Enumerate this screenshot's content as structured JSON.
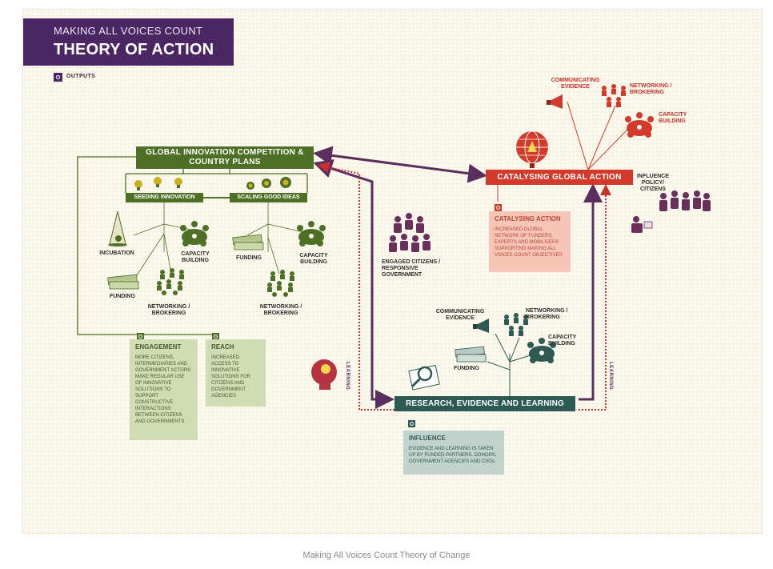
{
  "header": {
    "line1": "MAKING ALL VOICES COUNT",
    "line2": "THEORY OF ACTION",
    "legend_label": "OUTPUTS"
  },
  "nodes": {
    "gic": "GLOBAL INNOVATION COMPETITION & COUNTRY PLANS",
    "seeding": "SEEDING INNOVATION",
    "scaling": "SCALING GOOD IDEAS",
    "catalysing": "CATALYSING GLOBAL ACTION",
    "research": "RESEARCH, EVIDENCE AND LEARNING"
  },
  "labels": {
    "incubation": "INCUBATION",
    "capacity_building": "CAPACITY BUILDING",
    "funding": "FUNDING",
    "networking_brokering": "NETWORKING / BROKERING",
    "engaged_citizens": "ENGAGED CITIZENS / RESPONSIVE GOVERNMENT",
    "communicating_evidence": "COMMUNICATING EVIDENCE",
    "influence_policy": "INFLUENCE POLICY/ CITIZENS",
    "learning": "LEARNING"
  },
  "cards": {
    "engagement": {
      "title": "ENGAGEMENT",
      "text": "MORE CITIZENS, INTERMEDIARIES AND GOVERNMENT ACTORS MAKE REGULAR USE OF INNOVATIVE SOLUTIONS TO SUPPORT CONSTRUCTIVE INTERACTIONS BETWEEN CITIZENS AND GOVERNMENTS."
    },
    "reach": {
      "title": "REACH",
      "text": "INCREASED ACCESS TO INNOVATIVE SOLUTIONS FOR CITIZENS AND GOVERNMENT AGENCIES"
    },
    "catalysing_action": {
      "title": "CATALYSING ACTION",
      "text": "INCREASED GLOBAL NETWORK OF FUNDERS, EXPERTS AND MOBILISERS SUPPORTING MAKING ALL VOICES COUNT OBJECTIVES"
    },
    "influence": {
      "title": "INFLUENCE",
      "text": "EVIDENCE AND LEARNING IS TAKEN UP BY FUNDED PARTNERS, DONORS, GOVERNMENT AGENCIES AND CSOs."
    }
  },
  "caption": "Making All Voices Count Theory of Change",
  "colors": {
    "purple": "#4a2762",
    "green": "#4e7026",
    "red": "#d23a2b",
    "teal": "#2d5a52",
    "arrow": "#5a2e5e",
    "dotted": "#c8322a"
  }
}
